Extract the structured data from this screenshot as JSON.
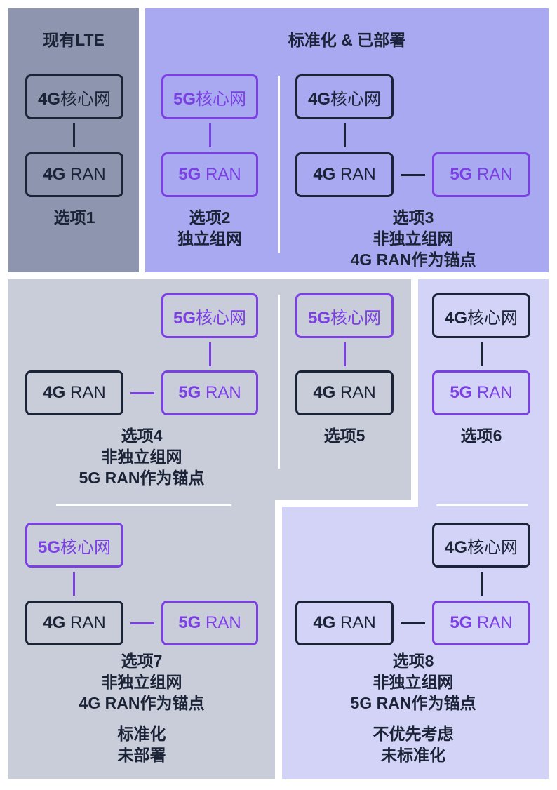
{
  "colors": {
    "ink": "#1b2337",
    "accent_5g": "#7b3fe4",
    "panel_existing": "#8e95ae",
    "panel_deployed": "#a8a9f1",
    "panel_gray": "#c9ccd9",
    "panel_lavender": "#d3d3f7"
  },
  "sections": {
    "existing_lte": {
      "title": "现有LTE"
    },
    "standardized_deployed": {
      "title": "标准化 & 已部署"
    }
  },
  "options": {
    "option1": {
      "nodes": {
        "core": "4G核心网",
        "ran": "4G RAN"
      },
      "caption": [
        "选项1"
      ]
    },
    "option2": {
      "nodes": {
        "core": "5G核心网",
        "ran": "5G RAN"
      },
      "caption": [
        "选项2",
        "独立组网"
      ]
    },
    "option3": {
      "nodes": {
        "core": "4G核心网",
        "ran_4g": "4G RAN",
        "ran_5g": "5G RAN"
      },
      "caption": [
        "选项3",
        "非独立组网",
        "4G RAN作为锚点"
      ]
    },
    "option4": {
      "nodes": {
        "core": "5G核心网",
        "ran_4g": "4G RAN",
        "ran_5g": "5G RAN"
      },
      "caption": [
        "选项4",
        "非独立组网",
        "5G RAN作为锚点"
      ]
    },
    "option5": {
      "nodes": {
        "core": "5G核心网",
        "ran": "4G RAN"
      },
      "caption": [
        "选项5"
      ]
    },
    "option6": {
      "nodes": {
        "core": "4G核心网",
        "ran": "5G RAN"
      },
      "caption": [
        "选项6"
      ]
    },
    "option7": {
      "nodes": {
        "core": "5G核心网",
        "ran_4g": "4G RAN",
        "ran_5g": "5G RAN"
      },
      "caption": [
        "选项7",
        "非独立组网",
        "4G RAN作为锚点"
      ],
      "status": [
        "标准化",
        "未部署"
      ]
    },
    "option8": {
      "nodes": {
        "core": "4G核心网",
        "ran_4g": "4G RAN",
        "ran_5g": "5G RAN"
      },
      "caption": [
        "选项8",
        "非独立组网",
        "5G RAN作为锚点"
      ],
      "status": [
        "不优先考虑",
        "未标准化"
      ]
    }
  }
}
